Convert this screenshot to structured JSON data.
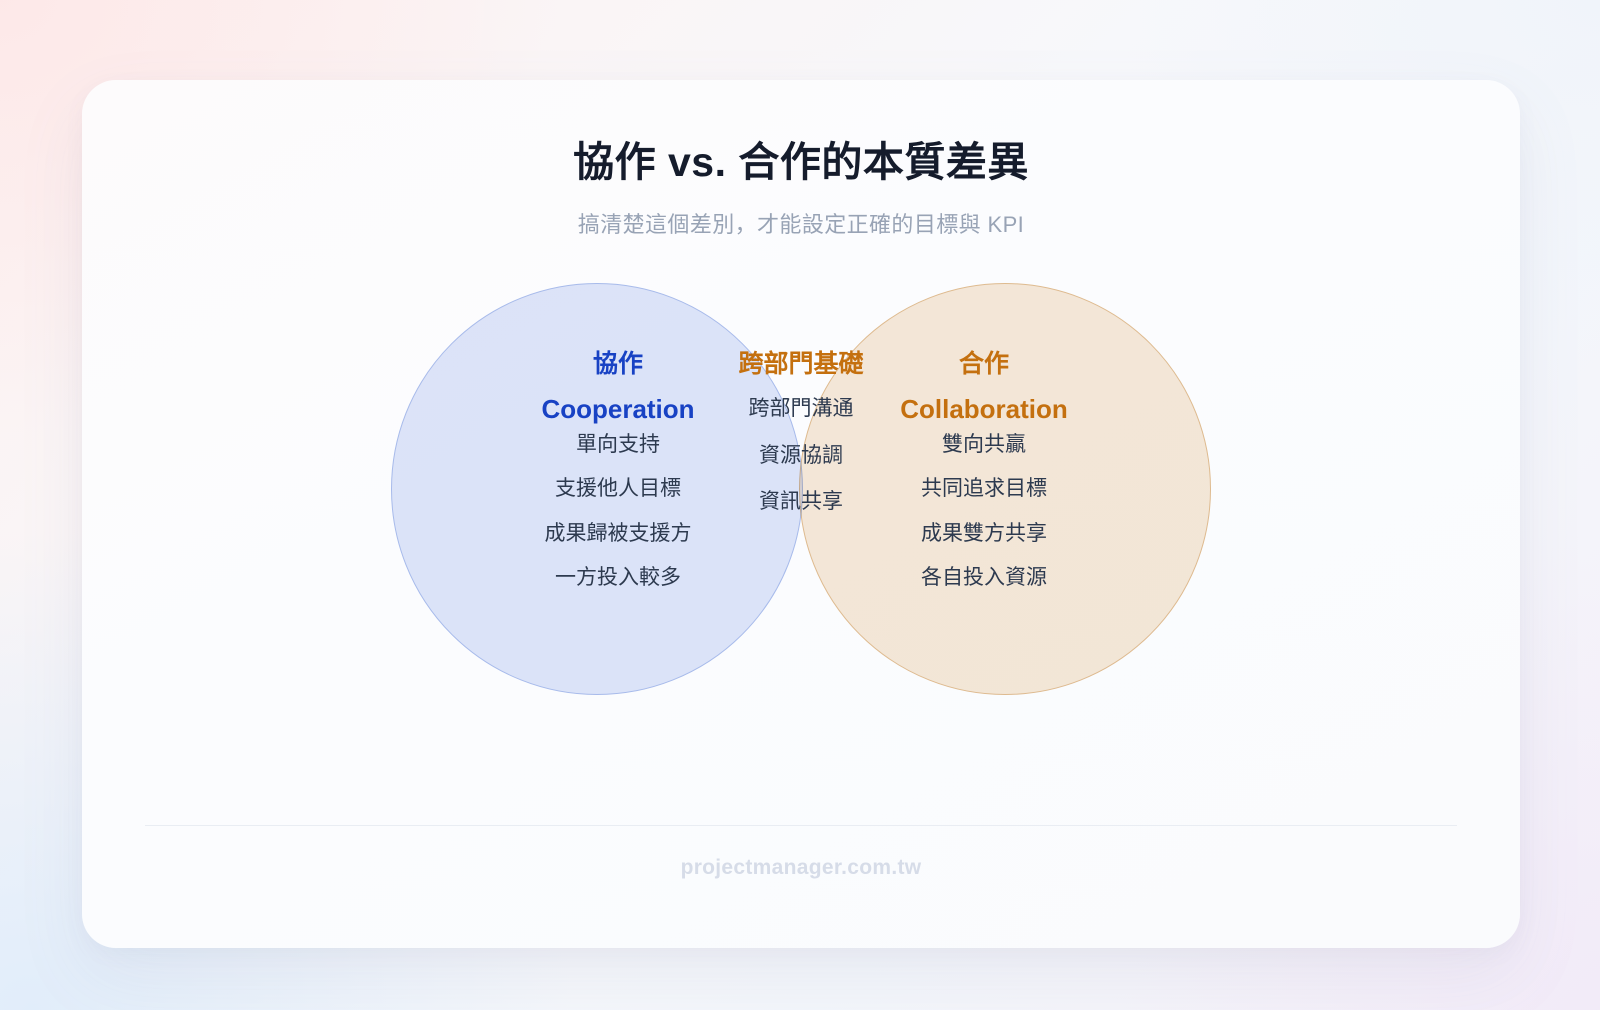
{
  "header": {
    "title": "協作 vs. 合作的本質差異",
    "subtitle": "搞清楚這個差別，才能設定正確的目標與 KPI"
  },
  "venn": {
    "left": {
      "heading": "協作",
      "subheading": "Cooperation",
      "items": [
        "單向支持",
        "支援他人目標",
        "成果歸被支援方",
        "一方投入較多"
      ],
      "fill_color": "#dfe6f9",
      "border_color": "#aabdec",
      "heading_color": "#1842c4"
    },
    "center": {
      "heading": "跨部門基礎",
      "items": [
        "跨部門溝通",
        "資源協調",
        "資訊共享"
      ],
      "heading_color": "#c4700f"
    },
    "right": {
      "heading": "合作",
      "subheading": "Collaboration",
      "items": [
        "雙向共贏",
        "共同追求目標",
        "成果雙方共享",
        "各自投入資源"
      ],
      "fill_color": "#f7e9d8",
      "border_color": "#e2bd90",
      "heading_color": "#c4700f"
    }
  },
  "footer": {
    "site": "projectmanager.com.tw"
  }
}
